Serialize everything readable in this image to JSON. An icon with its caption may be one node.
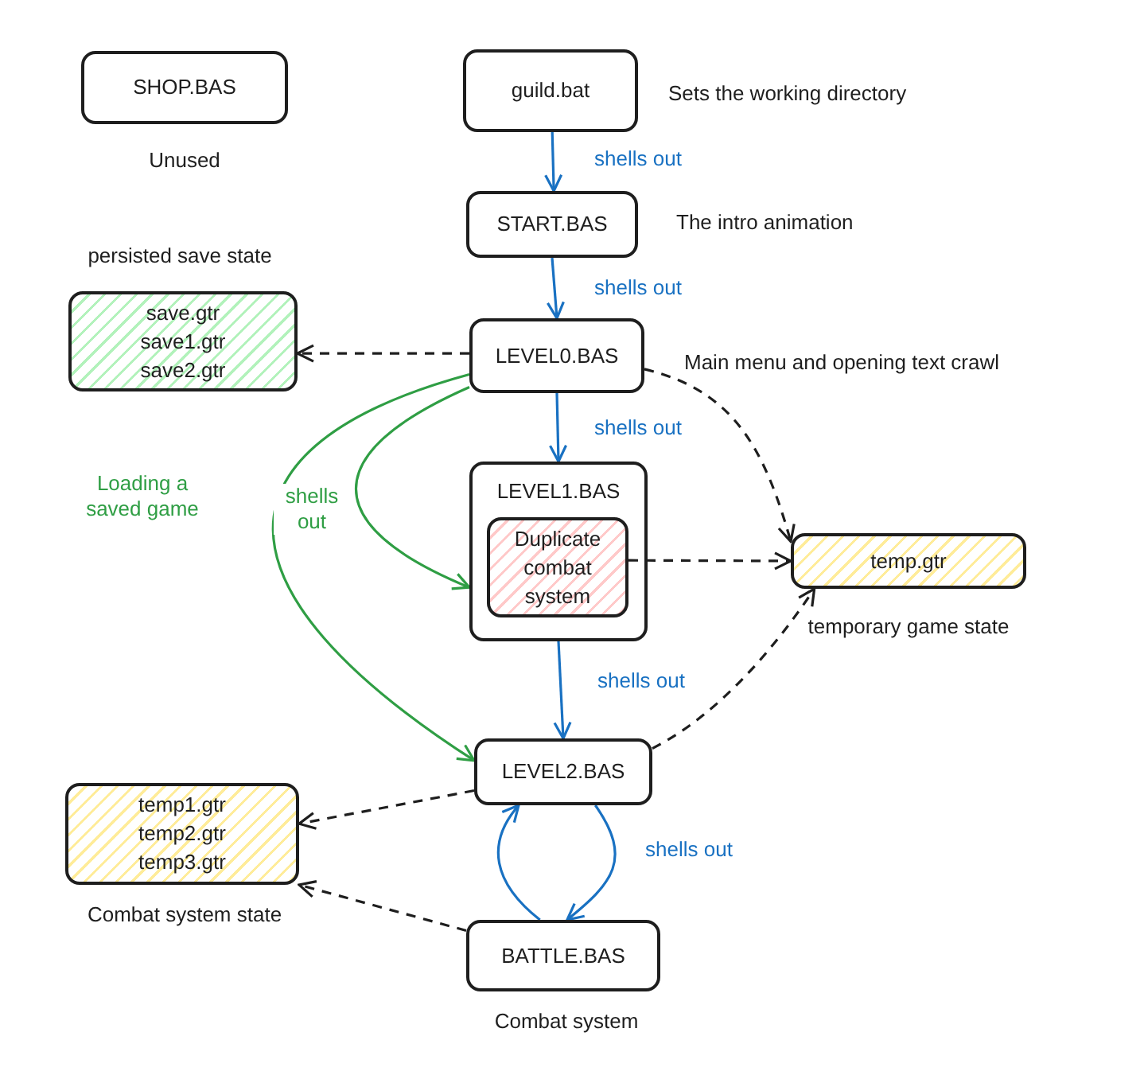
{
  "diagram": {
    "nodes": [
      {
        "text": [
          "SHOP.BAS"
        ],
        "beside": [
          "Unused"
        ]
      },
      {
        "text": [
          "guild.bat"
        ],
        "beside": [
          "Sets the working directory"
        ]
      },
      {
        "text": [
          "START.BAS"
        ],
        "beside": [
          "The intro animation"
        ]
      },
      {
        "text": [
          "save.gtr",
          "save1.gtr",
          "save2.gtr"
        ],
        "beside": [
          "persisted save state"
        ]
      },
      {
        "text": [
          "LEVEL0.BAS"
        ],
        "beside": [
          "Main menu and opening text crawl"
        ]
      },
      {
        "text": [
          "LEVEL1.BAS"
        ]
      },
      {
        "text": [
          "Duplicate combat system"
        ],
        "in": 5
      },
      {
        "text": [
          "temp.gtr"
        ],
        "beside": [
          "temporary game state"
        ]
      },
      {
        "text": [
          "LEVEL2.BAS"
        ]
      },
      {
        "text": [
          "temp1.gtr",
          "temp2.gtr",
          "temp3.gtr"
        ],
        "beside": [
          "Combat system state"
        ]
      },
      {
        "text": [
          "BATTLE.BAS"
        ],
        "beside": [
          "Combat system"
        ]
      }
    ],
    "edges": [
      {
        "from": 1,
        "to": 2,
        "arrow": "to",
        "label": "shells out",
        "color": "#1971c2"
      },
      {
        "from": 2,
        "to": 4,
        "arrow": "to",
        "label": "shells out",
        "color": "#1971c2"
      },
      {
        "from": 4,
        "to": 3,
        "arrow": "to",
        "style": "dashed",
        "color": "#1e1e1e"
      },
      {
        "from": 4,
        "to": 5,
        "arrow": "to",
        "label": "shells out",
        "color": "#1971c2"
      },
      {
        "from": 4,
        "to": 7,
        "arrow": "to",
        "style": "dashed",
        "color": "#1e1e1e"
      },
      {
        "from": 4,
        "to": 5,
        "arrow": "to",
        "label": "shells out",
        "color": "#2f9e44"
      },
      {
        "from": 4,
        "to": 8,
        "arrow": "to",
        "label": "Loading a saved game",
        "color": "#2f9e44"
      },
      {
        "from": 6,
        "to": 7,
        "arrow": "to",
        "style": "dashed",
        "color": "#1e1e1e"
      },
      {
        "from": 5,
        "to": 8,
        "arrow": "to",
        "label": "shells out",
        "color": "#1971c2"
      },
      {
        "from": 8,
        "to": 7,
        "arrow": "to",
        "style": "dashed",
        "color": "#1e1e1e"
      },
      {
        "from": 8,
        "to": 9,
        "arrow": "to",
        "style": "dashed",
        "color": "#1e1e1e"
      },
      {
        "from": 8,
        "to": 10,
        "arrow": "to",
        "label": "shells out",
        "color": "#1971c2"
      },
      {
        "from": 10,
        "to": 8,
        "arrow": "to",
        "color": "#1971c2"
      },
      {
        "from": 10,
        "to": 9,
        "arrow": "to",
        "style": "dashed",
        "color": "#1e1e1e"
      }
    ]
  }
}
